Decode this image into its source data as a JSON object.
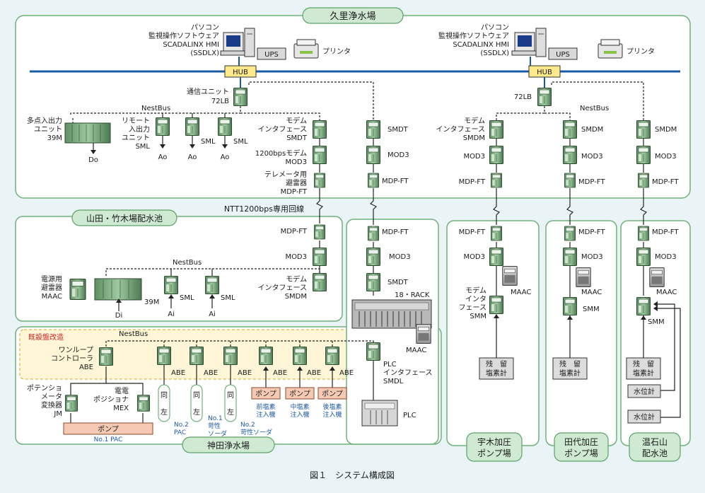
{
  "sites": {
    "kuri": "久里浄水場",
    "yamada": "山田・竹木場配水池",
    "kanda": "神田浄水場",
    "ukiki": [
      "宇木加圧",
      "ポンプ場"
    ],
    "tashiro": [
      "田代加圧",
      "ポンプ場"
    ],
    "onseki": [
      "温石山",
      "配水池"
    ]
  },
  "pc": {
    "left": [
      "パソコン",
      "監視操作ソフトウェア",
      "SCADALINX HMI",
      "(SSDLX)"
    ],
    "right": [
      "パソコン",
      "監視操作ソフトウェア",
      "SCADALINX HMI",
      "(SSDLX)"
    ],
    "ups": "UPS",
    "printer": "プリンタ",
    "hub": "HUB"
  },
  "kuri": {
    "comm_unit": [
      "通信ユニット",
      "72LB"
    ],
    "nestbus": "NestBus",
    "multi_io": [
      "多点入出力",
      "ユニット",
      "39M"
    ],
    "remote_io": [
      "リモート",
      "入出力",
      "ユニット",
      "SML"
    ],
    "sml": "SML",
    "do": "Do",
    "ao": "Ao",
    "modem_if": [
      "モデム",
      "インタフェース",
      "SMDT"
    ],
    "modem_1200": [
      "1200bpsモデム",
      "MOD3"
    ],
    "arrester": [
      "テレメータ用",
      "避雷器",
      "MDP-FT"
    ],
    "smdt": "SMDT",
    "mod3": "MOD3",
    "mdpft": "MDP-FT",
    "right_72lb": "72LB",
    "right_modem_if": [
      "モデム",
      "インタフェース",
      "SMDM"
    ],
    "smdm": "SMDM"
  },
  "ntt_line": "NTT1200bps専用回線",
  "yamada": {
    "mdpft": "MDP-FT",
    "mod3": "MOD3",
    "modem_if": [
      "モデム",
      "インタフェース",
      "SMDM"
    ],
    "nestbus": "NestBus",
    "power_arrester": [
      "電源用",
      "避雷器",
      "MAAC"
    ],
    "unit_39m": "39M",
    "sml": "SML",
    "di": "Di",
    "ai": "Ai"
  },
  "rack": {
    "mdpft": "MDP-FT",
    "mod3": "MOD3",
    "smdt": "SMDT",
    "rack": "18・RACK",
    "maac": "MAAC",
    "plc_if": [
      "PLC",
      "インタフェース",
      "SMDL"
    ],
    "plc": "PLC"
  },
  "kanda": {
    "existing": "既設盤改造",
    "nestbus": "NestBus",
    "oneloop": [
      "ワンループ",
      "コントローラ",
      "ABE"
    ],
    "abe": "ABE",
    "potentiometer": [
      "ポテンショ",
      "メータ",
      "変換器",
      "JM"
    ],
    "positioner": [
      "電電",
      "ポジショナ",
      "MEX"
    ],
    "pump": "ポンプ",
    "no1pac": "No.1 PAC",
    "same_left": [
      "同",
      "左"
    ],
    "no2pac": [
      "No.2",
      "PAC"
    ],
    "no1soda": [
      "No.1",
      "苛性",
      "ソーダ"
    ],
    "no2soda": [
      "No.2",
      "苛性ソーダ"
    ],
    "pump_pre": [
      "前塩素",
      "注入機"
    ],
    "pump_mid": [
      "中塩素",
      "注入機"
    ],
    "pump_post": [
      "後塩素",
      "注入機"
    ]
  },
  "remote": {
    "mdpft": "MDP-FT",
    "mod3": "MOD3",
    "maac": "MAAC",
    "modem_if_smm": [
      "モデム",
      "インタ",
      "フェース",
      "SMM"
    ],
    "smm": "SMM",
    "chlorine": [
      "残　留",
      "塩素計"
    ],
    "level": "水位計"
  },
  "caption": "図１　システム構成図"
}
